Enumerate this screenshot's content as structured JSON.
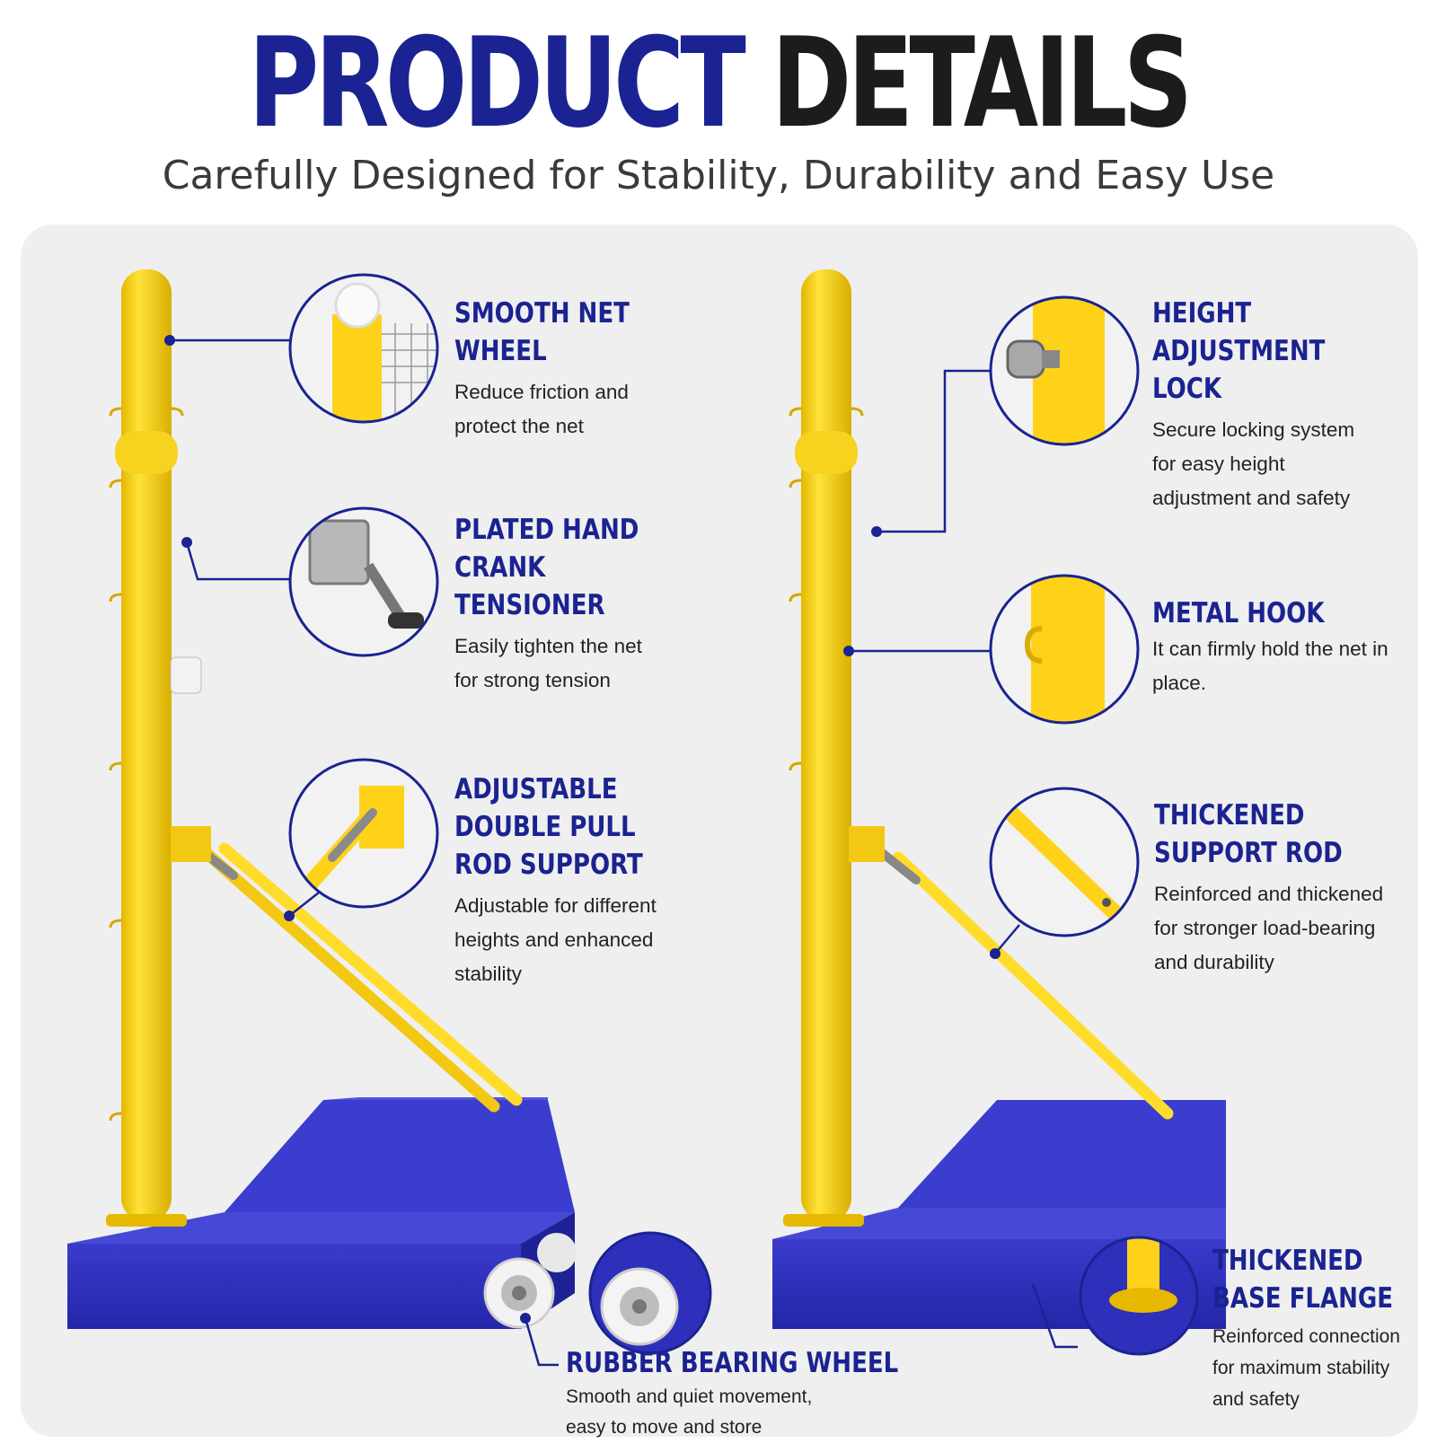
{
  "header": {
    "title_part1": "PRODUCT",
    "title_part2": "DETAILS",
    "subtitle": "Carefully Designed for Stability, Durability and Easy Use"
  },
  "colors": {
    "brand_blue": "#1a2391",
    "pole_yellow": "#f7d21f",
    "base_blue": "#2e2fb8",
    "panel_bg": "#efefef"
  },
  "features": [
    {
      "id": "smooth-net-wheel",
      "title": "SMOOTH NET WHEEL",
      "description": "Reduce friction and protect the net"
    },
    {
      "id": "plated-hand-crank-tensioner",
      "title": "PLATED HAND CRANK TENSIONER",
      "description": "Easily tighten the net for strong tension"
    },
    {
      "id": "adjustable-double-pull-rod-support",
      "title": "ADJUSTABLE DOUBLE PULL ROD SUPPORT",
      "description": "Adjustable for different heights and enhanced stability"
    },
    {
      "id": "rubber-bearing-wheel",
      "title": "RUBBER BEARING WHEEL",
      "description": "Smooth and quiet movement, easy to move and store"
    },
    {
      "id": "height-adjustment-lock",
      "title": "HEIGHT ADJUSTMENT LOCK",
      "description": "Secure locking system for easy height adjustment and safety"
    },
    {
      "id": "metal-hook",
      "title": "METAL HOOK",
      "description": "It can firmly hold the net in place."
    },
    {
      "id": "thickened-support-rod",
      "title": "THICKENED SUPPORT ROD",
      "description": "Reinforced and thickened for stronger load-bearing and durability"
    },
    {
      "id": "thickened-base-flange",
      "title": "THICKENED BASE FLANGE",
      "description": "Reinforced connection for maximum stability and safety"
    }
  ]
}
